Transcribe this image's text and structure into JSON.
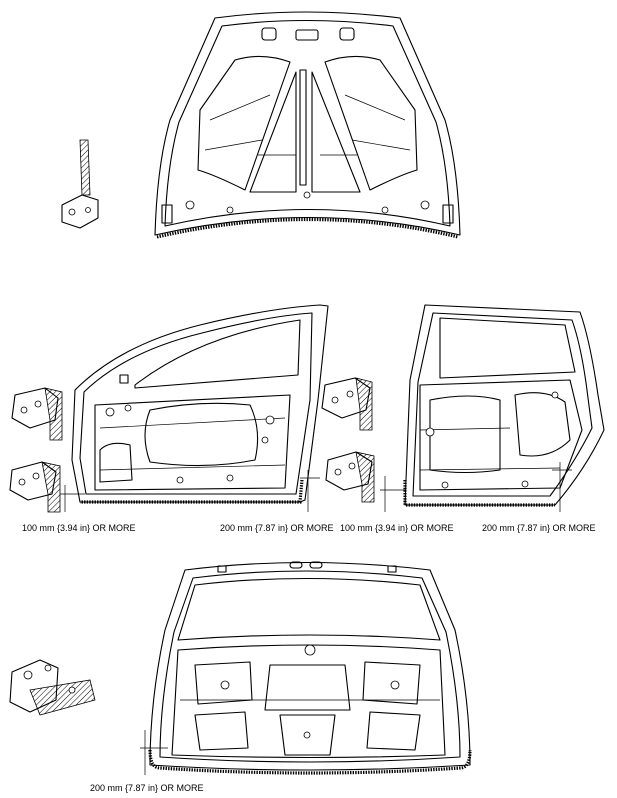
{
  "labels": {
    "front_door_hinge_side": "100 mm {3.94 in} OR MORE",
    "front_door_rear_side": "200 mm {7.87 in} OR MORE",
    "rear_door_hinge_side": "100 mm {3.94 in} OR MORE",
    "rear_door_rear_side": "200 mm {7.87 in} OR MORE",
    "liftgate_side": "200 mm {7.87 in} OR MORE"
  },
  "colors": {
    "line": "#000000",
    "background": "#ffffff"
  }
}
